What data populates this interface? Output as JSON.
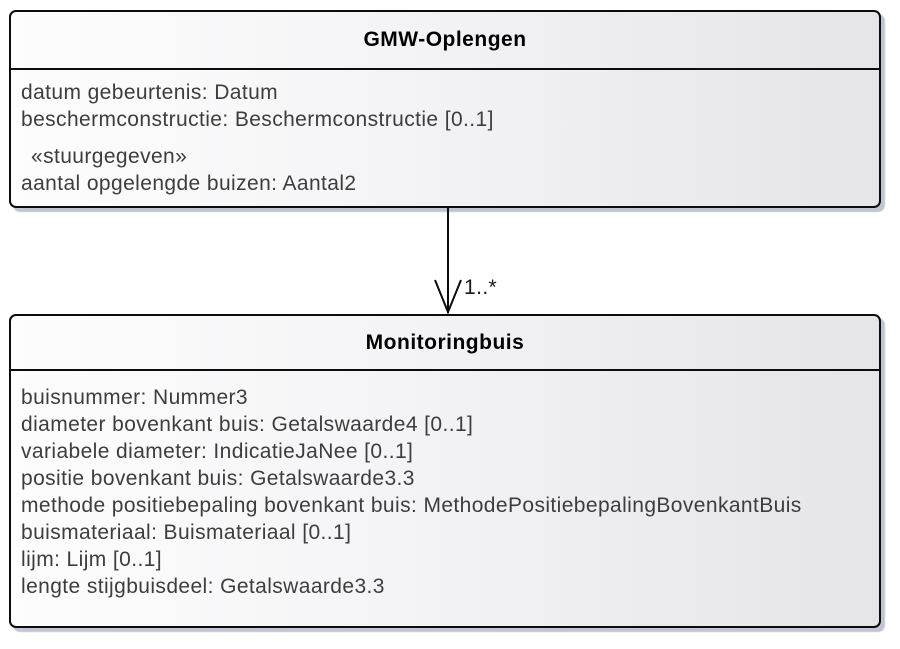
{
  "diagram": {
    "type": "uml-class-diagram",
    "colors": {
      "background": "#ffffff",
      "box_border": "#0c0c0c",
      "box_fill_left": "#fdfdfd",
      "box_fill_right": "#e5e5e8",
      "shadow": "#abb2c2",
      "title_text": "#000000",
      "attribute_text": "#3d3d3d"
    }
  },
  "classes": [
    {
      "name": "GMW-Oplengen",
      "attributes": [
        "datum gebeurtenis: Datum",
        "beschermconstructie: Beschermconstructie [0..1]"
      ],
      "stereotype": "«stuurgegeven»",
      "stereotype_attributes": [
        "aantal opgelengde buizen: Aantal2"
      ]
    },
    {
      "name": "Monitoringbuis",
      "attributes": [
        "buisnummer: Nummer3",
        "diameter bovenkant buis: Getalswaarde4 [0..1]",
        "variabele diameter: IndicatieJaNee [0..1]",
        "positie bovenkant buis: Getalswaarde3.3",
        "methode positiebepaling bovenkant buis: MethodePositiebepalingBovenkantBuis",
        "buismateriaal: Buismateriaal [0..1]",
        "lijm: Lijm [0..1]",
        "lengte stijgbuisdeel: Getalswaarde3.3"
      ]
    }
  ],
  "association": {
    "multiplicity": "1..*",
    "direction": "GMW-Oplengen to Monitoringbuis"
  }
}
